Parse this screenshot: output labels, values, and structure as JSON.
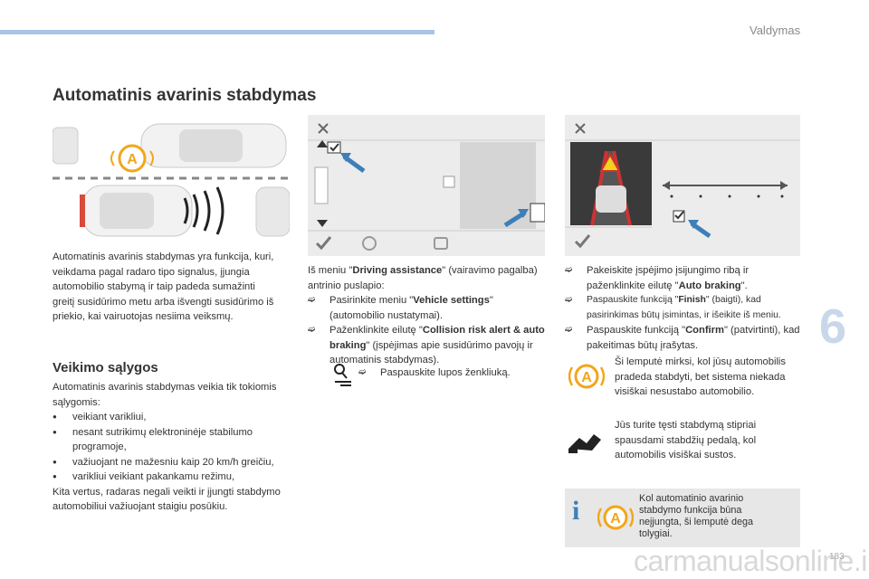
{
  "header": {
    "section": "Valdymas",
    "chapter": "6",
    "page_number": "183"
  },
  "title": "Automatinis avarinis stabdymas",
  "intro": "Automatinis avarinis stabdymas yra funkcija, kuri, veikdama pagal radaro tipo signalus, įjungia automobilio stabymą ir taip padeda sumažinti greitį susidūrimo metu arba išvengti susidūrimo iš priekio, kai vairuotojas nesiima veiksmų.",
  "conditions": {
    "heading": "Veikimo sąlygos",
    "lead": "Automatinis avarinis stabdymas veikia tik tokiomis sąlygomis:",
    "items": [
      "veikiant varikliui,",
      "nesant sutrikimų elektroninėje stabilumo programoje,",
      "važiuojant ne mažesniu kaip 20 km/h greičiu,",
      "varikliui veikiant pakankamu režimu,"
    ],
    "tail": "Kita vertus, radaras negali veikti ir įjungti stabdymo automobiliui važiuojant staigiu posūkiu."
  },
  "middle": {
    "p1_pre": "Iš meniu \"",
    "p1_bold": "Driving assistance",
    "p1_post": "\" (vairavimo pagalba) antrinio puslapio:",
    "s1_pre": "Pasirinkite meniu \"",
    "s1_bold": "Vehicle settings",
    "s1_post": "\" (automobilio nustatymai).",
    "s2_pre": "Paženklinkite eilutę \"",
    "s2_bold": "Collision risk alert & auto braking",
    "s2_post": "\" (įspėjimas apie susidūrimo pavojų ir automatinis stabdymas).",
    "s3": "Paspauskite lupos ženkliuką."
  },
  "right": {
    "r1_pre": "Pakeiskite įspėjimo įsijungimo ribą ir paženklinkite eilutę \"",
    "r1_bold": "Auto braking",
    "r1_post": "\".",
    "r2_pre": "Paspauskite funkciją \"",
    "r2_bold": "Finish",
    "r2_post": "\" (baigti), kad pasirinkimas būtų įsimintas, ir išeikite iš meniu.",
    "r3_pre": "Paspauskite funkciją \"",
    "r3_bold": "Confirm",
    "r3_post": "\" (patvirtinti), kad pakeitimas būtų įrašytas.",
    "lamp_text": "Ši lemputė mirksi, kol jūsų automobilis pradeda stabdyti, bet sistema niekada visiškai nesustabo automobilio.",
    "pedal_text": "Jūs turite tęsti stabdymą stipriai spausdami stabdžių pedalą, kol automobilis visiškai sustos.",
    "note": "Kol automatinio avarinio stabdymo funkcija būna neįjungta, ši lemputė dega tolygiai."
  },
  "watermark": "carmanualsonline.info"
}
